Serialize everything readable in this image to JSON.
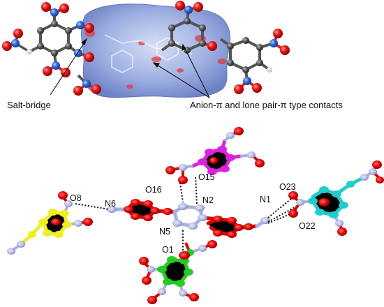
{
  "top_panel": {
    "annotations": {
      "salt_bridge": "Salt-bridge",
      "anion_pi": "Anion-π and lone pair-π type contacts"
    }
  },
  "bottom_panel": {
    "atom_labels": {
      "o8": "O8",
      "n6": "N6",
      "o16": "O16",
      "o15": "O15",
      "n2": "N2",
      "n1": "N1",
      "o23": "O23",
      "o22": "O22",
      "n5": "N5",
      "o1": "O1"
    }
  },
  "colors": {
    "surface": "#8fa3dc",
    "oxygen": "#dd1111",
    "nitrogen": "#2f6ad8",
    "carbon": "#555555",
    "hydrogen": "#eeeeee",
    "cation": "#dd0000",
    "anion_magenta": "#dd22dd",
    "anion_cyan": "#22cccc",
    "anion_green": "#22cc22",
    "anion_yellow": "#eeee22",
    "bond_nitrogen": "#aab0dd"
  }
}
